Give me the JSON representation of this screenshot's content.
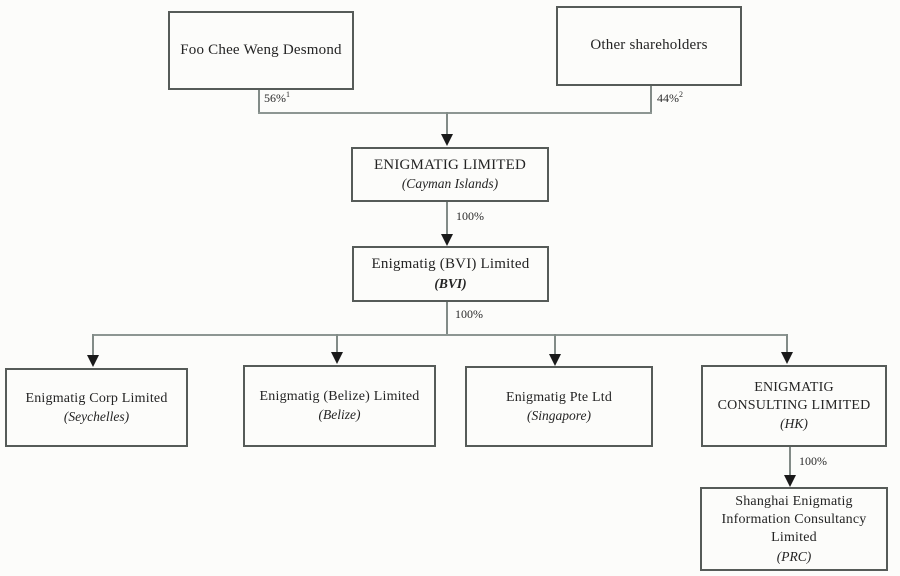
{
  "diagram": {
    "type": "corporate-structure-org-chart",
    "nodes": {
      "foo": {
        "name": "Foo Chee Weng Desmond"
      },
      "other": {
        "name": "Other shareholders"
      },
      "cayman": {
        "name": "ENIGMATIG LIMITED",
        "jurisdiction": "(Cayman Islands)"
      },
      "bvi": {
        "name": "Enigmatig (BVI) Limited",
        "jurisdiction": "(BVI)"
      },
      "seychelles": {
        "name": "Enigmatig Corp Limited",
        "jurisdiction": "(Seychelles)"
      },
      "belize": {
        "name": "Enigmatig (Belize) Limited",
        "jurisdiction": "(Belize)"
      },
      "singapore": {
        "name": "Enigmatig Pte Ltd",
        "jurisdiction": "(Singapore)"
      },
      "hk": {
        "name": "ENIGMATIG\nCONSULTING LIMITED",
        "jurisdiction": "(HK)"
      },
      "shanghai": {
        "name": "Shanghai Enigmatig\nInformation Consultancy\nLimited",
        "jurisdiction": "(PRC)"
      }
    },
    "edges": {
      "foo_to_cayman": {
        "label": "56%",
        "footnote": "1"
      },
      "other_to_cayman": {
        "label": "44%",
        "footnote": "2"
      },
      "cayman_to_bvi": {
        "label": "100%"
      },
      "bvi_to_subsidiaries": {
        "label": "100%"
      },
      "hk_to_shanghai": {
        "label": "100%"
      }
    },
    "colors": {
      "background": "#fcfcfa",
      "box_border": "#565b58",
      "connector_line": "#8d9692",
      "arrowhead": "#1a1a1a",
      "text": "#242424"
    }
  }
}
